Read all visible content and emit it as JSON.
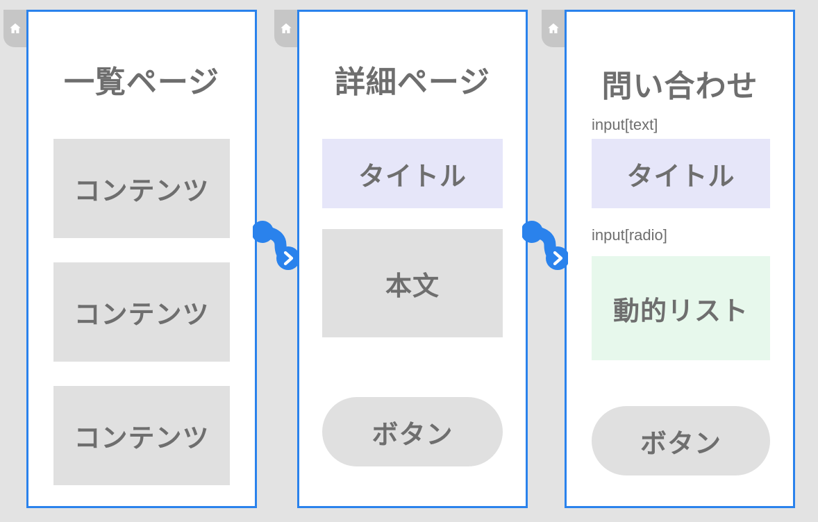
{
  "meta": {
    "background_color": "#e3e3e3",
    "accent_color": "#2a82ec",
    "text_color": "#6e6e6e",
    "block_gray": "#e0e0e0",
    "block_lavender": "#e6e6f9",
    "block_green": "#e7f8ec"
  },
  "screens": [
    {
      "id": "list-page",
      "home_icon": "home-icon",
      "title": "一覧ページ",
      "blocks": [
        {
          "label": "コンテンツ",
          "style": "gray"
        },
        {
          "label": "コンテンツ",
          "style": "gray"
        },
        {
          "label": "コンテンツ",
          "style": "gray"
        }
      ]
    },
    {
      "id": "detail-page",
      "home_icon": "home-icon",
      "title": "詳細ページ",
      "blocks": [
        {
          "label": "タイトル",
          "style": "lavender"
        },
        {
          "label": "本文",
          "style": "gray"
        }
      ],
      "button": "ボタン"
    },
    {
      "id": "contact-page",
      "home_icon": "home-icon",
      "title": "問い合わせ",
      "fields": [
        {
          "label": "input[text]",
          "value": "タイトル",
          "style": "lavender"
        },
        {
          "label": "input[radio]",
          "value": "動的リスト",
          "style": "green"
        }
      ],
      "button": "ボタン"
    }
  ],
  "connectors": [
    {
      "id": "connector-1-to-2",
      "icon": "chevron-right-icon",
      "color": "#2a82ec"
    },
    {
      "id": "connector-2-to-3",
      "icon": "chevron-right-icon",
      "color": "#2a82ec"
    }
  ]
}
